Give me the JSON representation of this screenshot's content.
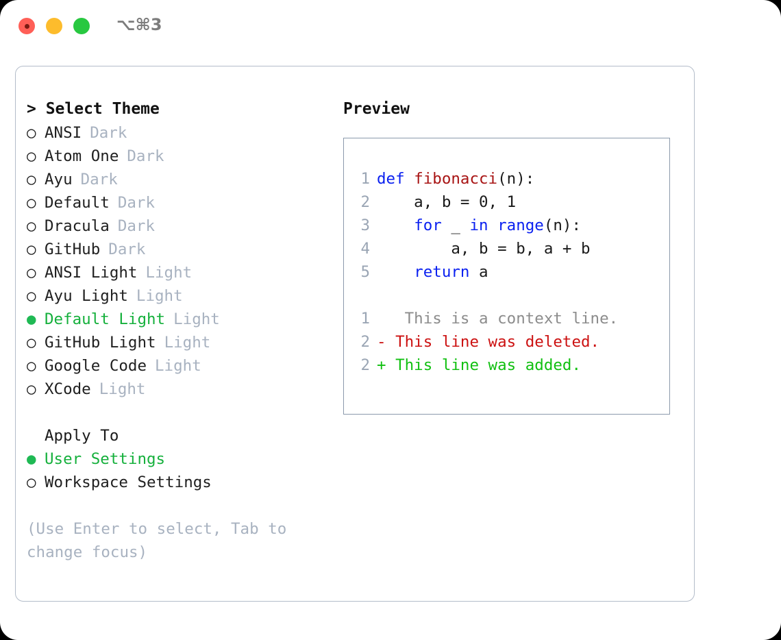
{
  "titlebar": {
    "shortcut": "⌥⌘3",
    "lights": [
      "close-red",
      "minimize-yellow",
      "maximize-green"
    ]
  },
  "left": {
    "header": "> Select Theme",
    "bullet_selected": "●",
    "bullet_unselected": "○",
    "themes": [
      {
        "name": "ANSI",
        "tag": "Dark",
        "selected": false
      },
      {
        "name": "Atom One",
        "tag": "Dark",
        "selected": false
      },
      {
        "name": "Ayu",
        "tag": "Dark",
        "selected": false
      },
      {
        "name": "Default",
        "tag": "Dark",
        "selected": false
      },
      {
        "name": "Dracula",
        "tag": "Dark",
        "selected": false
      },
      {
        "name": "GitHub",
        "tag": "Dark",
        "selected": false
      },
      {
        "name": "ANSI Light",
        "tag": "Light",
        "selected": false
      },
      {
        "name": "Ayu Light",
        "tag": "Light",
        "selected": false
      },
      {
        "name": "Default Light",
        "tag": "Light",
        "selected": true
      },
      {
        "name": "GitHub Light",
        "tag": "Light",
        "selected": false
      },
      {
        "name": "Google Code",
        "tag": "Light",
        "selected": false
      },
      {
        "name": "XCode",
        "tag": "Light",
        "selected": false
      }
    ],
    "apply_to_label": "Apply To",
    "apply_options": [
      {
        "name": "User Settings",
        "selected": true
      },
      {
        "name": "Workspace Settings",
        "selected": false
      }
    ],
    "hint": "(Use Enter to select, Tab to change focus)"
  },
  "right": {
    "title": "Preview",
    "code_lines": [
      {
        "num": "1",
        "tokens": [
          {
            "t": "def ",
            "k": "kw"
          },
          {
            "t": "fibonacci",
            "k": "fn"
          },
          {
            "t": "(n):",
            "k": "plain"
          }
        ]
      },
      {
        "num": "2",
        "tokens": [
          {
            "t": "    a, b = 0, 1",
            "k": "plain"
          }
        ]
      },
      {
        "num": "3",
        "tokens": [
          {
            "t": "    ",
            "k": "plain"
          },
          {
            "t": "for",
            "k": "kw"
          },
          {
            "t": " _ ",
            "k": "plain"
          },
          {
            "t": "in ",
            "k": "kw"
          },
          {
            "t": "range",
            "k": "kw"
          },
          {
            "t": "(n):",
            "k": "plain"
          }
        ]
      },
      {
        "num": "4",
        "tokens": [
          {
            "t": "        a, b = b, a + b",
            "k": "plain"
          }
        ]
      },
      {
        "num": "5",
        "tokens": [
          {
            "t": "    ",
            "k": "plain"
          },
          {
            "t": "return",
            "k": "kw"
          },
          {
            "t": " a",
            "k": "plain"
          }
        ]
      }
    ],
    "diff_lines": [
      {
        "num": "1",
        "marker": " ",
        "text": "  This is a context line.",
        "kind": "ctx"
      },
      {
        "num": "2",
        "marker": "-",
        "text": " This line was deleted.",
        "kind": "del"
      },
      {
        "num": "2",
        "marker": "+",
        "text": " This line was added.",
        "kind": "add"
      }
    ]
  },
  "colors": {
    "selected_green": "#15b03c",
    "tag_gray": "#a8b2c0",
    "keyword_blue": "#0b21f0",
    "function_red": "#a81414",
    "diff_delete": "#cc1111",
    "diff_add": "#11c011",
    "card_border": "#b3bcc9",
    "preview_border": "#8b99ab"
  }
}
